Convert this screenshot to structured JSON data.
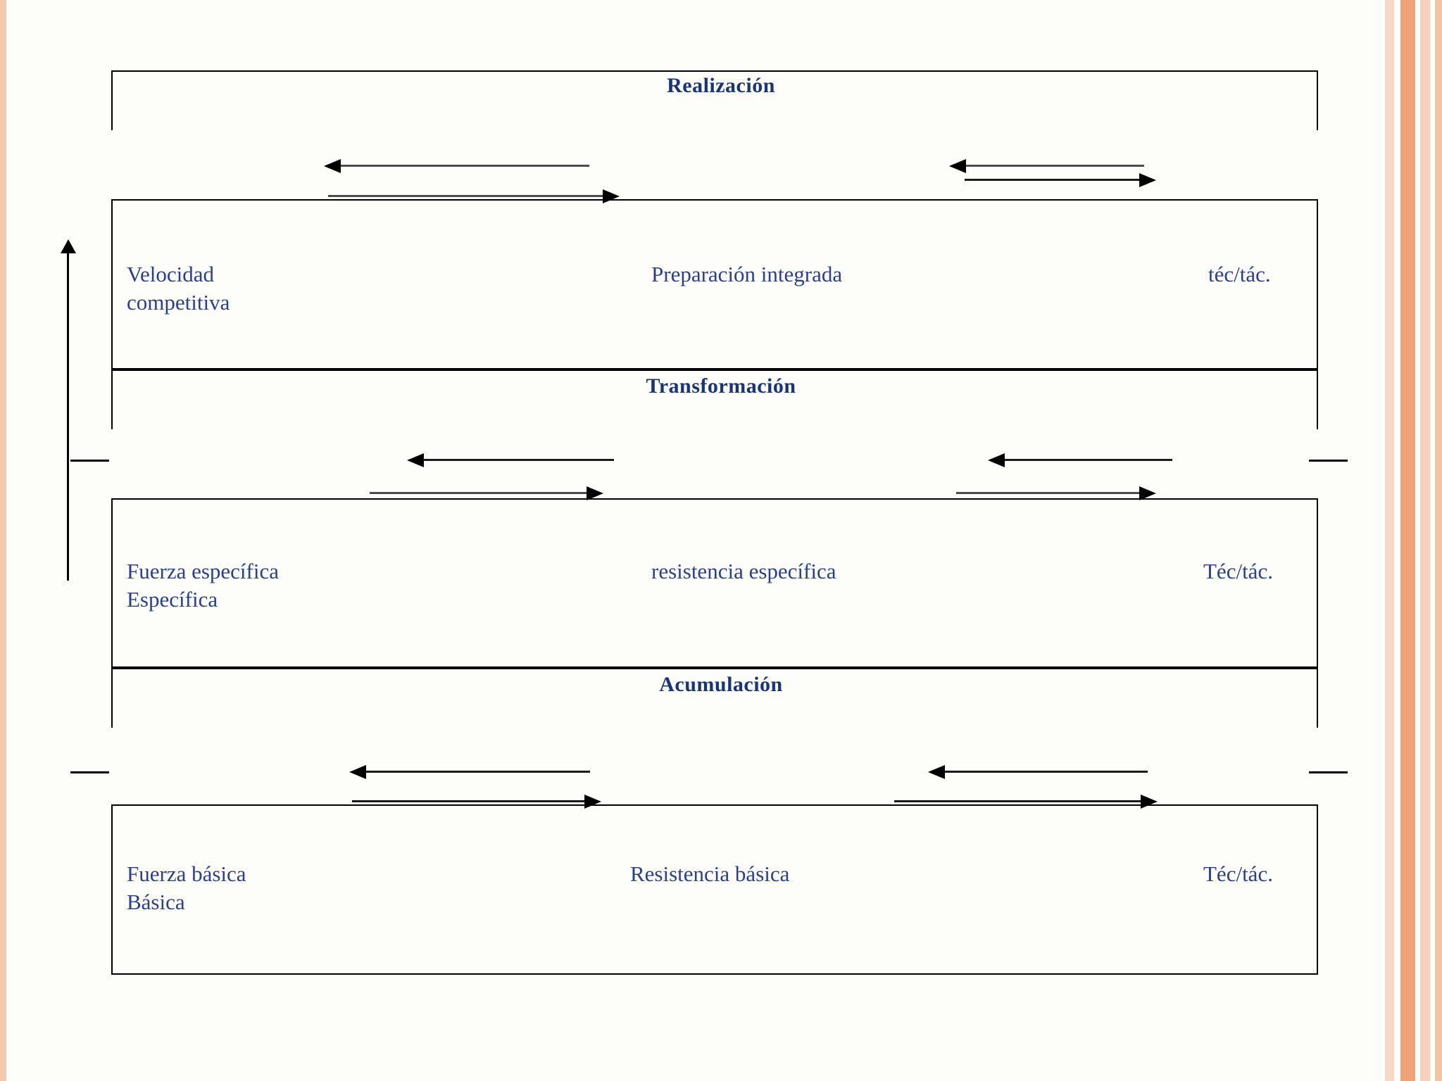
{
  "slide": {
    "background_color": "#fdfdfa",
    "text_color": "#2a3f8f",
    "title_color": "#17357a",
    "line_color": "#000000"
  },
  "diagram": {
    "type": "training-periodization-block-diagram",
    "bands": [
      {
        "id": "realizacion",
        "title": "Realización",
        "left_label": "Velocidad\ncompetitiva",
        "center_label": "Preparación integrada",
        "right_label": "téc/tác."
      },
      {
        "id": "transformacion",
        "title": "Transformación",
        "left_label": "Fuerza específica\nEspecífica",
        "center_label": "resistencia específica",
        "right_label": "Téc/tác."
      },
      {
        "id": "acumulacion",
        "title": "Acumulación",
        "left_label": "Fuerza básica\nBásica",
        "center_label": "Resistencia básica",
        "right_label": "Téc/tác."
      }
    ],
    "arrow_groups": [
      {
        "id": "group-1-left",
        "back_arrow": "left",
        "forward_arrow": "right"
      },
      {
        "id": "group-1-right",
        "back_arrow": "left",
        "forward_arrow": "right"
      },
      {
        "id": "group-2-left",
        "back_arrow": "left",
        "forward_arrow": "right"
      },
      {
        "id": "group-2-right",
        "back_arrow": "left",
        "forward_arrow": "right"
      },
      {
        "id": "group-3-left",
        "back_arrow": "left",
        "forward_arrow": "right"
      },
      {
        "id": "group-3-right",
        "back_arrow": "left",
        "forward_arrow": "right"
      }
    ],
    "vertical_axis": {
      "direction": "up",
      "ticks": 1,
      "label": ""
    }
  },
  "icons": {
    "arrow_left": "arrow-left-icon",
    "arrow_right": "arrow-right-icon",
    "arrow_up": "arrow-up-icon"
  }
}
